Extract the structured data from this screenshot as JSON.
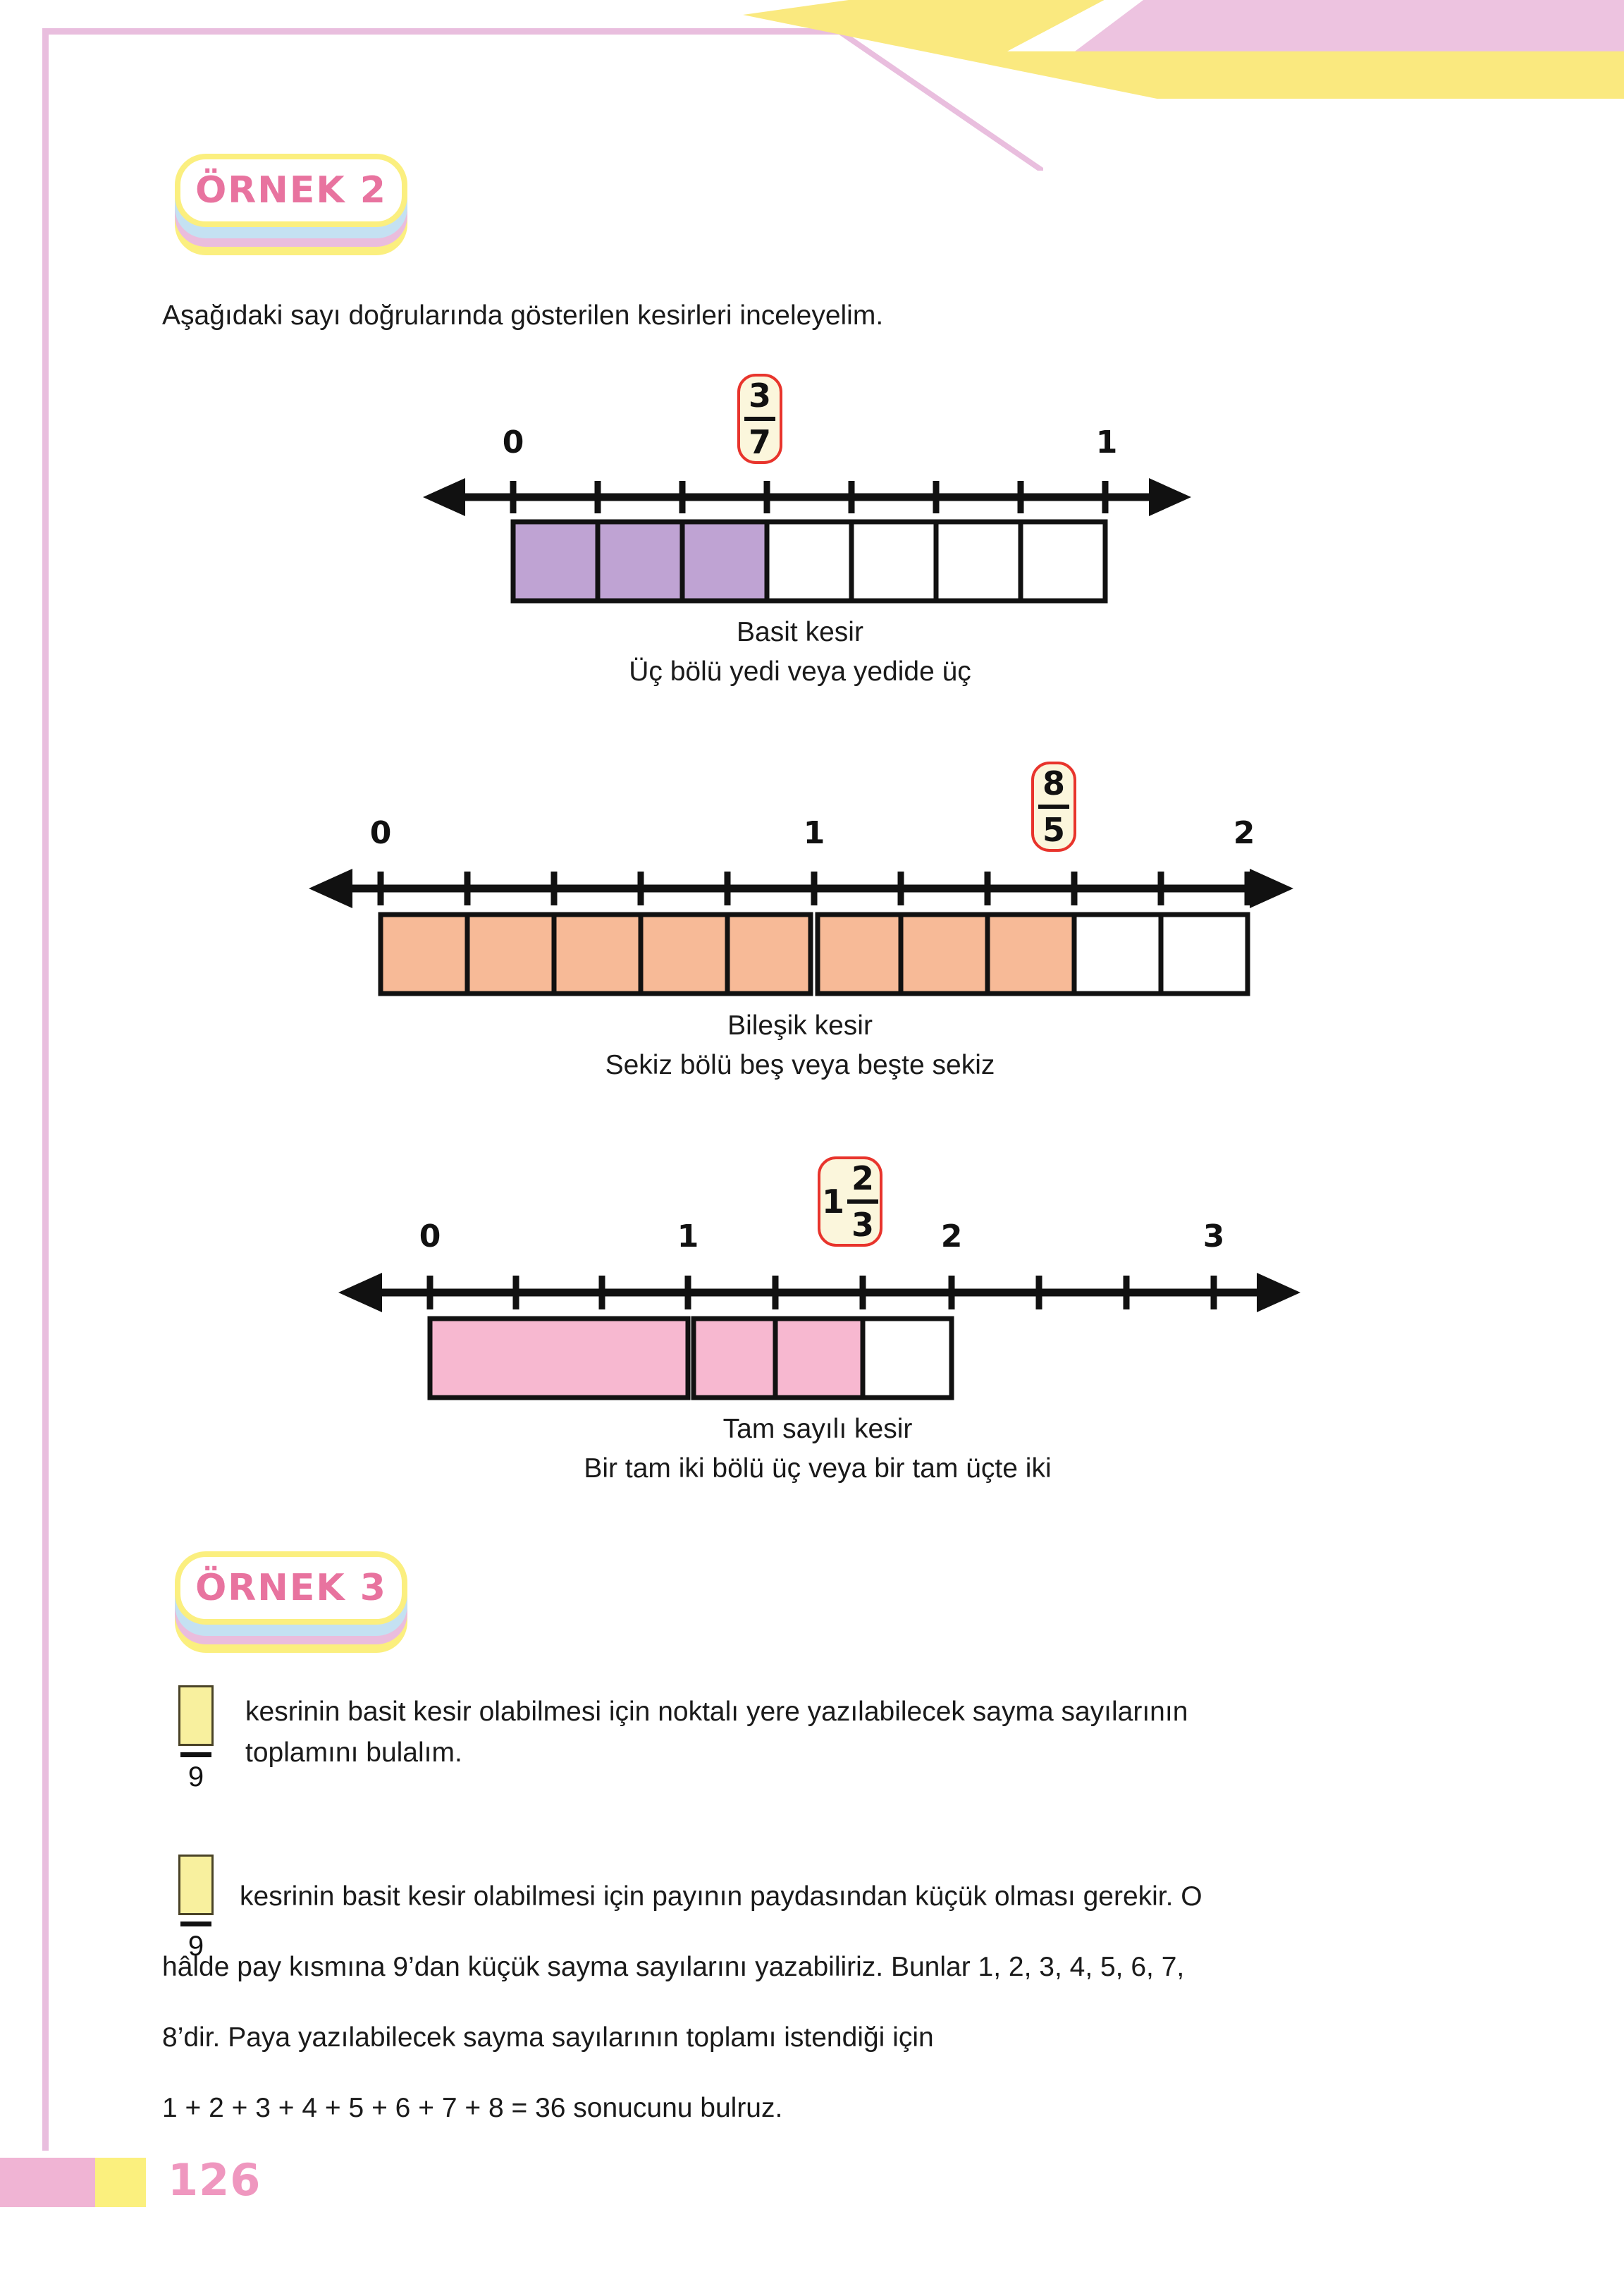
{
  "page": {
    "number": "126",
    "language": "tr",
    "colors": {
      "accent_pink": "#ef97bf",
      "border_pink": "#e9bede",
      "deco_yellow": "#fae97f",
      "fill_purple": "#bfa3d3",
      "fill_orange": "#f7ba97",
      "fill_pink": "#f7b8d0",
      "bubble_bg": "#fbf6dc",
      "bubble_border": "#e8342c",
      "badge_text": "#e8739f"
    }
  },
  "examples": [
    {
      "badge_label": "ÖRNEK 2",
      "intro": "Aşağıdaki sayı doğrularında gösterilen kesirleri inceleyelim."
    },
    {
      "badge_label": "ÖRNEK 3"
    }
  ],
  "figures": [
    {
      "id": "number-line-3-7",
      "fraction": {
        "whole": "",
        "numerator": "3",
        "denominator": "7"
      },
      "axis_labels": [
        "0",
        "1"
      ],
      "total_cells": 7,
      "filled_cells": 3,
      "units": 1,
      "ticks_per_unit": 7,
      "fill_color": "#bfa3d3",
      "caption_line1": "Basit kesir",
      "caption_line2": "Üç bölü yedi veya yedide üç"
    },
    {
      "id": "number-line-8-5",
      "fraction": {
        "whole": "",
        "numerator": "8",
        "denominator": "5"
      },
      "axis_labels": [
        "0",
        "1",
        "2"
      ],
      "total_cells": 10,
      "filled_cells": 8,
      "units": 2,
      "ticks_per_unit": 5,
      "fill_color": "#f7ba97",
      "caption_line1": "Bileşik kesir",
      "caption_line2": "Sekiz bölü beş veya beşte sekiz"
    },
    {
      "id": "number-line-1-2-3",
      "fraction": {
        "whole": "1",
        "numerator": "2",
        "denominator": "3"
      },
      "axis_labels": [
        "0",
        "1",
        "2",
        "3"
      ],
      "total_cells": 4,
      "filled_cells": 3,
      "units": 3,
      "ticks_per_unit": 3,
      "fill_color": "#f7b8d0",
      "caption_line1": "Tam sayılı kesir",
      "caption_line2": "Bir tam iki bölü üç veya bir tam üçte iki"
    }
  ],
  "ornek3": {
    "fraction_denominator": "9",
    "question_line1": "kesrinin basit kesir olabilmesi için noktalı yere yazılabilecek sayma sayılarının",
    "question_line2": "toplamını bulalım.",
    "answer_line1": "kesrinin basit kesir olabilmesi için payının paydasından küçük olması gerekir. O",
    "answer_line2": "hâlde pay kısmına 9’dan küçük sayma sayılarını yazabiliriz. Bunlar 1, 2, 3, 4, 5, 6, 7,",
    "answer_line3": "8’dir. Paya yazılabilecek sayma sayılarının toplamı istendiği için",
    "answer_line4": "1 + 2 + 3 + 4 + 5 + 6 + 7 + 8 = 36 sonucunu bulruz."
  },
  "chart_data": [
    {
      "type": "number-line",
      "title": "Basit kesir",
      "subtitle": "Üç bölü yedi veya yedide üç",
      "value": 0.4285714,
      "fraction_text": "3/7",
      "x": [
        0,
        1
      ],
      "tick_labels": [
        "0",
        "1"
      ],
      "segments": 7,
      "shaded_segments": 3,
      "shade_color": "#bfa3d3"
    },
    {
      "type": "number-line",
      "title": "Bileşik kesir",
      "subtitle": "Sekiz bölü beş veya beşte sekiz",
      "value": 1.6,
      "fraction_text": "8/5",
      "x": [
        0,
        1,
        2
      ],
      "tick_labels": [
        "0",
        "1",
        "2"
      ],
      "segments": 10,
      "shaded_segments": 8,
      "shade_color": "#f7ba97"
    },
    {
      "type": "number-line",
      "title": "Tam sayılı kesir",
      "subtitle": "Bir tam iki bölü üç veya bir tam üçte iki",
      "value": 1.6666667,
      "fraction_text": "1 2/3",
      "x": [
        0,
        1,
        2,
        3
      ],
      "tick_labels": [
        "0",
        "1",
        "2",
        "3"
      ],
      "segments": 4,
      "shaded_segments": 3,
      "shade_color": "#f7b8d0"
    }
  ]
}
